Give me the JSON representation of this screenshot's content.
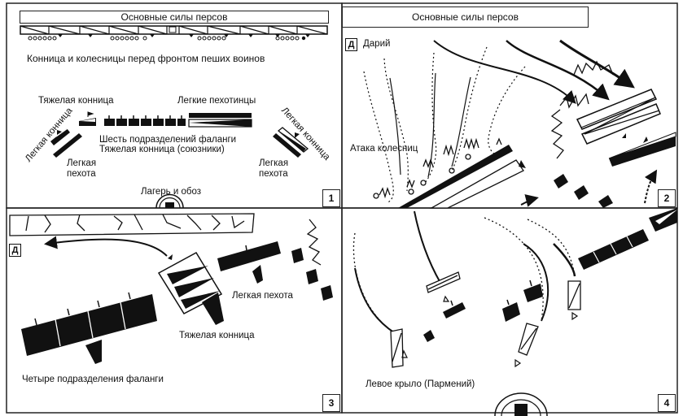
{
  "diagram": {
    "type": "battle-map",
    "panels": [
      {
        "number": "1",
        "title": "Основные силы персов",
        "labels": {
          "front": "Конница и колесницы перед фронтом пеших воинов",
          "heavy_cavalry": "Тяжелая конница",
          "light_infantry_men": "Легкие пехотинцы",
          "light_cavalry_left": "Легкая конница",
          "light_cavalry_right": "Легкая конница",
          "phalanx": "Шесть подразделений фаланги",
          "allied_cavalry": "Тяжелая конница (союзники)",
          "light_infantry_left": "Легкая\nпехота",
          "light_infantry_right": "Легкая\nпехота",
          "camp": "Лагерь и обоз"
        }
      },
      {
        "number": "2",
        "title": "Основные силы персов",
        "labels": {
          "darius_marker": "Д",
          "darius": "Дарий",
          "chariot_attack": "Атака колесниц"
        }
      },
      {
        "number": "3",
        "labels": {
          "darius_marker": "Д",
          "light_infantry": "Легкая пехота",
          "heavy_cavalry": "Тяжелая конница",
          "phalanx": "Четыре подразделения фаланги"
        }
      },
      {
        "number": "4",
        "labels": {
          "left_wing": "Левое крыло (Пармений)"
        }
      }
    ],
    "colors": {
      "ink": "#111111",
      "paper": "#ffffff"
    }
  }
}
